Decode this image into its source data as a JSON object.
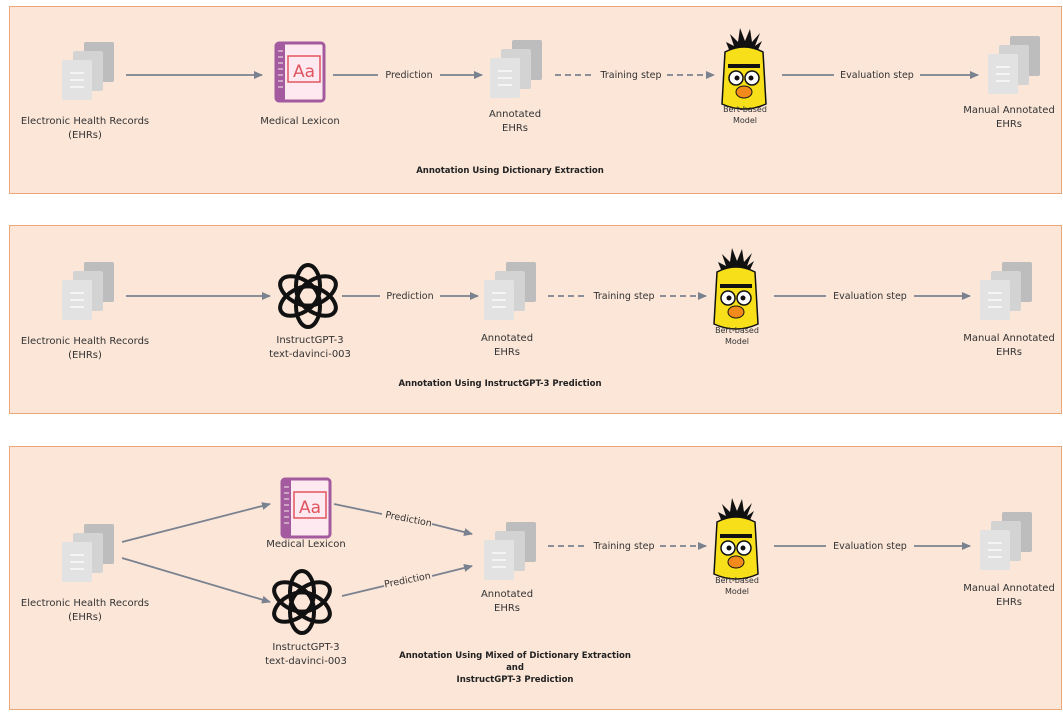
{
  "panels": [
    {
      "title": "Annotation Using Dictionary Extraction",
      "source": "Electronic Health Records\n(EHRs)",
      "annotator": "Medical Lexicon",
      "edge_prediction": "Prediction",
      "annotated": "Annotated\nEHRs",
      "edge_training": "Training step",
      "model": "Bert-based\nModel",
      "edge_evaluation": "Evaluation step",
      "target": "Manual Annotated\nEHRs"
    },
    {
      "title": "Annotation Using InstructGPT-3 Prediction",
      "source": "Electronic Health Records\n(EHRs)",
      "annotator": "InstructGPT-3\ntext-davinci-003",
      "edge_prediction": "Prediction",
      "annotated": "Annotated\nEHRs",
      "edge_training": "Training step",
      "model": "Bert-based\nModel",
      "edge_evaluation": "Evaluation step",
      "target": "Manual Annotated\nEHRs"
    },
    {
      "title": "Annotation Using Mixed of Dictionary Extraction\nand\nInstructGPT-3 Prediction",
      "source": "Electronic Health Records\n(EHRs)",
      "annotator_1": "Medical Lexicon",
      "annotator_2": "InstructGPT-3\ntext-davinci-003",
      "edge_prediction_1": "Prediction",
      "edge_prediction_2": "Prediction",
      "annotated": "Annotated\nEHRs",
      "edge_training": "Training step",
      "model": "Bert-based\nModel",
      "edge_evaluation": "Evaluation step",
      "target": "Manual Annotated\nEHRs"
    }
  ],
  "colors": {
    "panel_bg": "#fbe6d8",
    "panel_border": "#e9a77a",
    "arrow": "#7a8290",
    "doc_light": "#e0e0e0",
    "doc_mid": "#b9b9b9",
    "lexicon": "#a35a9e",
    "lexicon_text": "#e0555f",
    "bert_face": "#f7e01a"
  },
  "icons": {
    "documents": "document-stack-icon",
    "lexicon": "dictionary-book-icon",
    "gpt": "openai-logo-icon",
    "model": "bert-character-icon"
  }
}
